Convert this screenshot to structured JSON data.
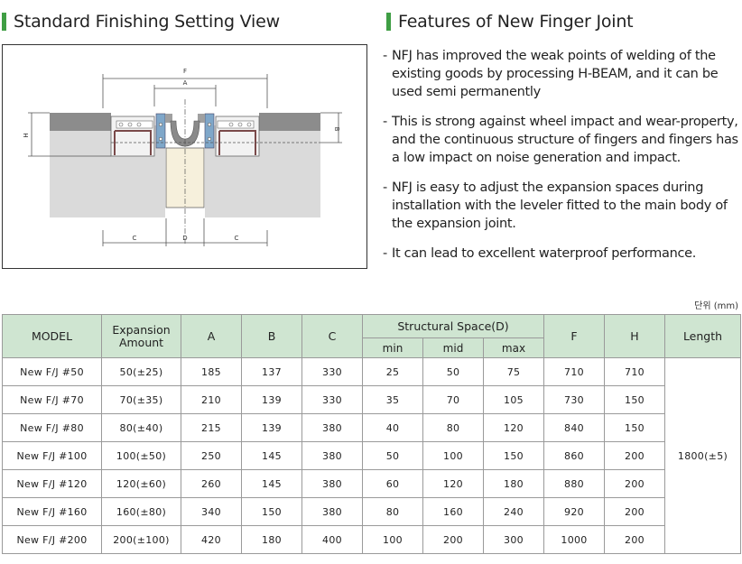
{
  "left_heading": "Standard Finishing Setting View",
  "right_heading": "Features of New Finger Joint",
  "diagram": {
    "labels": {
      "F": "F",
      "A": "A",
      "H": "H",
      "B": "B",
      "C": "C",
      "D": "D"
    }
  },
  "features": [
    "NFJ has improved the weak points of welding of the existing goods by processing H-BEAM, and it can be used semi permanently",
    "This is strong against wheel impact and wear-property, and the continuous structure of fingers and fingers has a low impact on noise generation and impact.",
    "NFJ is easy to adjust the expansion spaces during installation with the leveler fitted to the main body of the expansion joint.",
    "It can lead to excellent waterproof performance."
  ],
  "feature_bullet": "-",
  "unit_note": "단위 (mm)",
  "table": {
    "headers": {
      "model": "MODEL",
      "expansion_line1": "Expansion",
      "expansion_line2": "Amount",
      "a": "A",
      "b": "B",
      "c": "C",
      "structural": "Structural Space(D)",
      "min": "min",
      "mid": "mid",
      "max": "max",
      "f": "F",
      "h": "H",
      "length": "Length"
    },
    "rows": [
      {
        "model": "New F/J #50",
        "expansion": "50(±25)",
        "a": "185",
        "b": "137",
        "c": "330",
        "min": "25",
        "mid": "50",
        "max": "75",
        "f": "710",
        "h": "710"
      },
      {
        "model": "New F/J #70",
        "expansion": "70(±35)",
        "a": "210",
        "b": "139",
        "c": "330",
        "min": "35",
        "mid": "70",
        "max": "105",
        "f": "730",
        "h": "150"
      },
      {
        "model": "New F/J #80",
        "expansion": "80(±40)",
        "a": "215",
        "b": "139",
        "c": "380",
        "min": "40",
        "mid": "80",
        "max": "120",
        "f": "840",
        "h": "150"
      },
      {
        "model": "New F/J #100",
        "expansion": "100(±50)",
        "a": "250",
        "b": "145",
        "c": "380",
        "min": "50",
        "mid": "100",
        "max": "150",
        "f": "860",
        "h": "200"
      },
      {
        "model": "New F/J #120",
        "expansion": "120(±60)",
        "a": "260",
        "b": "145",
        "c": "380",
        "min": "60",
        "mid": "120",
        "max": "180",
        "f": "880",
        "h": "200"
      },
      {
        "model": "New F/J #160",
        "expansion": "160(±80)",
        "a": "340",
        "b": "150",
        "c": "380",
        "min": "80",
        "mid": "160",
        "max": "240",
        "f": "920",
        "h": "200"
      },
      {
        "model": "New F/J #200",
        "expansion": "200(±100)",
        "a": "420",
        "b": "180",
        "c": "400",
        "min": "100",
        "mid": "200",
        "max": "300",
        "f": "1000",
        "h": "200"
      }
    ],
    "length_value": "1800(±5)"
  },
  "colors": {
    "accent_green": "#3f9e44",
    "header_fill": "#cfe5d1"
  }
}
